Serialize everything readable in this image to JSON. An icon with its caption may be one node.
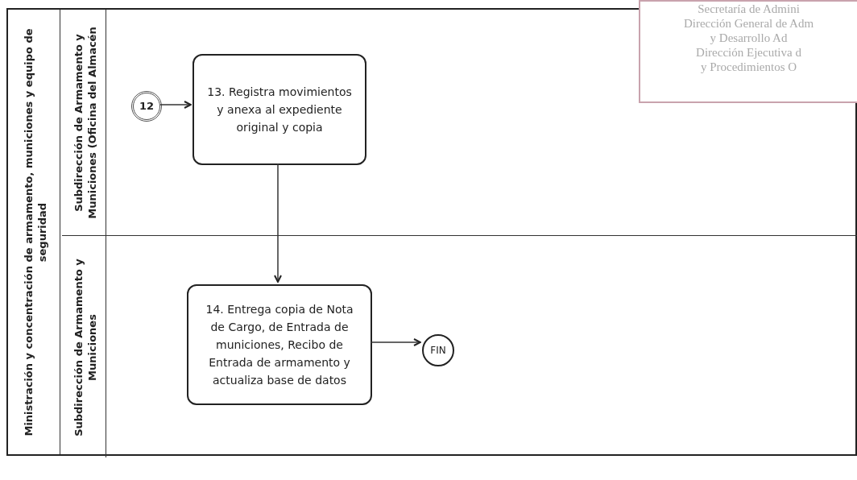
{
  "diagram": {
    "nodes": [
      {
        "text": [
          "Ministración y concentración de armamento, municiones y equipo de seguridad"
        ]
      },
      {
        "text": [
          "Subdirección de Armamento y Municiones (Oficina del Almacén"
        ],
        "in": 0
      },
      {
        "text": [
          "Subdirección de Armamento y Municiones"
        ],
        "in": 0
      },
      {
        "text": [
          "12"
        ],
        "in": 1
      },
      {
        "text": [
          "13. Registra movimientos y anexa al expediente original y copia"
        ],
        "in": 1
      },
      {
        "text": [
          "14. Entrega copia de Nota de Cargo, de Entrada de municiones, Recibo de Entrada de armamento y actualiza base de datos"
        ],
        "in": 2
      },
      {
        "text": [
          "FIN"
        ],
        "in": 2
      },
      {
        "text": [
          "Secretaría de Admini",
          "Dirección General de Adm",
          "y Desarrollo Ad",
          "Dirección Ejecutiva d",
          "y Procedimientos O"
        ]
      }
    ],
    "edges": [
      {
        "from": 3,
        "to": 4,
        "arrow": "to"
      },
      {
        "from": 4,
        "to": 5,
        "arrow": "to"
      },
      {
        "from": 5,
        "to": 6,
        "arrow": "to"
      }
    ]
  }
}
